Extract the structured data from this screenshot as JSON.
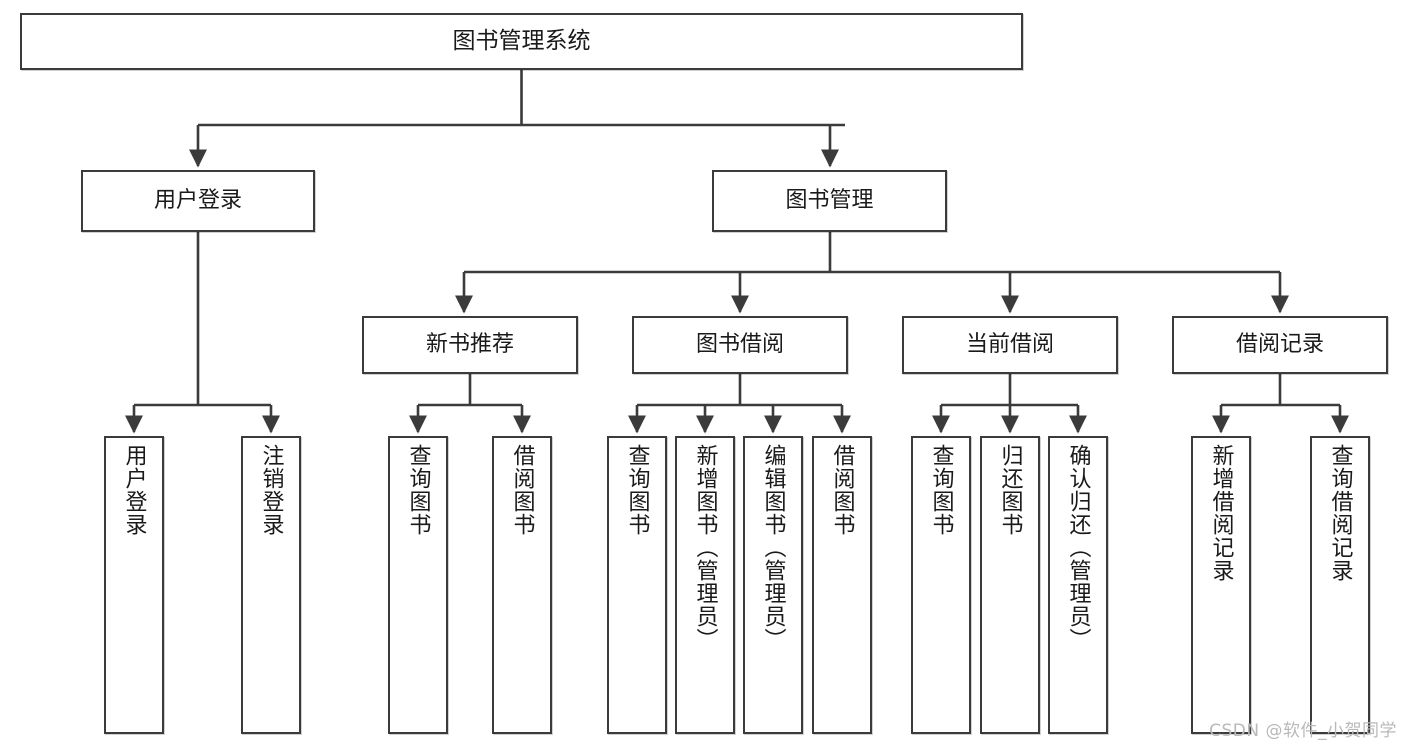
{
  "diagram": {
    "title": "图书管理系统",
    "type": "tree-structure-chart",
    "watermark": "CSDN @软件_小贺同学",
    "line_color": "#3b3b3b",
    "box_fill": "#ffffff",
    "text_color": "#1a1a1a"
  },
  "nodes": {
    "root": {
      "label": "图书管理系统"
    },
    "level1": [
      {
        "id": "user-login",
        "label": "用户登录"
      },
      {
        "id": "book-management",
        "label": "图书管理"
      }
    ],
    "level2": [
      {
        "id": "new-book-recommend",
        "label": "新书推荐"
      },
      {
        "id": "book-borrow",
        "label": "图书借阅"
      },
      {
        "id": "current-borrow",
        "label": "当前借阅"
      },
      {
        "id": "borrow-record",
        "label": "借阅记录"
      }
    ],
    "leaves": {
      "user_login": [
        {
          "id": "leaf-user-login",
          "label": "用户登录"
        },
        {
          "id": "leaf-logout-login",
          "label": "注销登录"
        }
      ],
      "new_book_recommend": [
        {
          "id": "leaf-query-book-1",
          "label": "查询图书"
        },
        {
          "id": "leaf-borrow-book-1",
          "label": "借阅图书"
        }
      ],
      "book_borrow": [
        {
          "id": "leaf-query-book-2",
          "label": "查询图书"
        },
        {
          "id": "leaf-add-book",
          "label": "新增图书（管理员）"
        },
        {
          "id": "leaf-edit-book",
          "label": "编辑图书（管理员）"
        },
        {
          "id": "leaf-borrow-book-2",
          "label": "借阅图书"
        }
      ],
      "current_borrow": [
        {
          "id": "leaf-query-book-3",
          "label": "查询图书"
        },
        {
          "id": "leaf-return-book",
          "label": "归还图书"
        },
        {
          "id": "leaf-confirm-return",
          "label": "确认归还（管理员）"
        }
      ],
      "borrow_record": [
        {
          "id": "leaf-add-record",
          "label": "新增借阅记录"
        },
        {
          "id": "leaf-query-record",
          "label": "查询借阅记录"
        }
      ]
    }
  }
}
